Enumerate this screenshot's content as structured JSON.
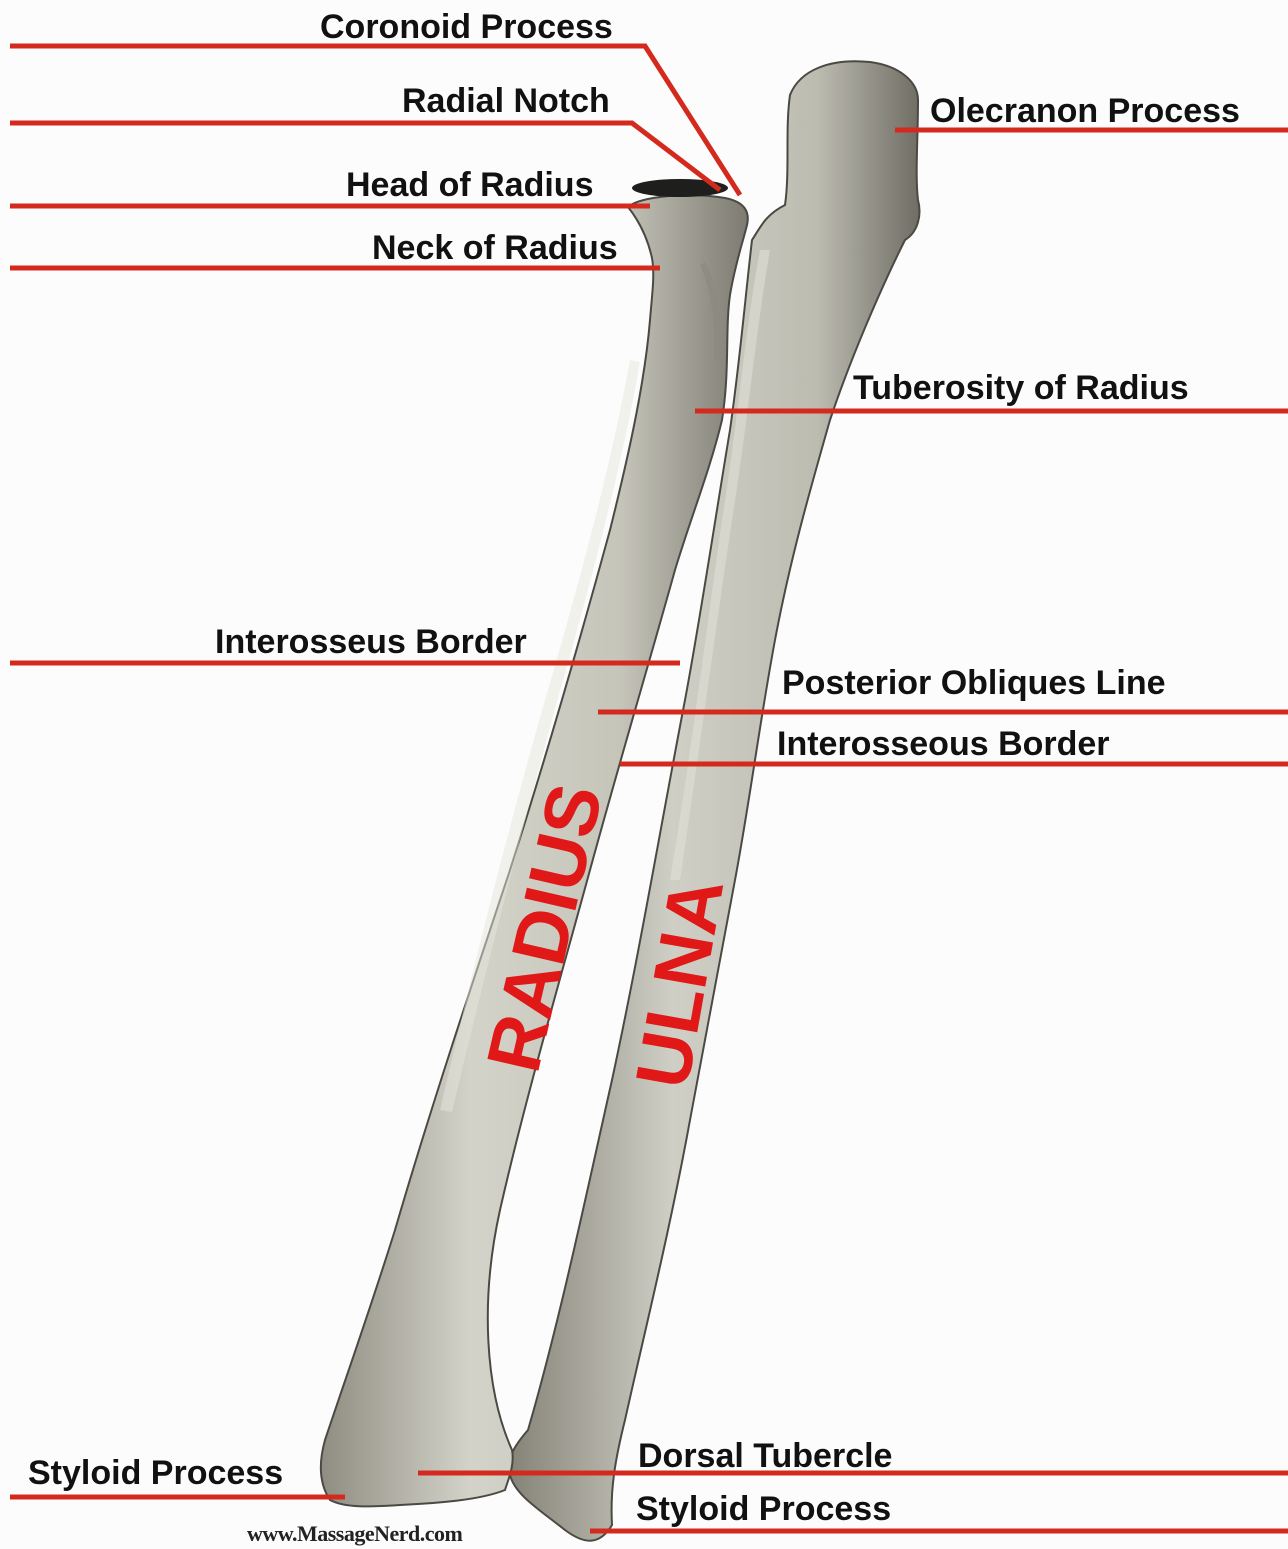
{
  "labels": {
    "coronoid_process": "Coronoid Process",
    "radial_notch": "Radial Notch",
    "head_of_radius": "Head of Radius",
    "neck_of_radius": "Neck of Radius",
    "olecranon_process": "Olecranon Process",
    "tuberosity_of_radius": "Tuberosity of Radius",
    "interosseus_border": "Interosseus Border",
    "posterior_obliques_line": "Posterior Obliques Line",
    "interosseous_border": "Interosseous Border",
    "styloid_process_radius": "Styloid Process",
    "dorsal_tubercle": "Dorsal Tubercle",
    "styloid_process_ulna": "Styloid Process"
  },
  "bones": {
    "radius": "RADIUS",
    "ulna": "ULNA"
  },
  "credit": "www.MassageNerd.com",
  "colors": {
    "leader_line": "#d42a1e",
    "bone_name": "#e01818",
    "bone_fill": "#c9c8bd",
    "background": "#fcfcfd"
  }
}
